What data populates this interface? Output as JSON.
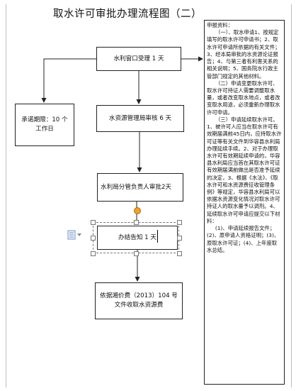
{
  "title": "取水许可审批办理流程图（二）",
  "nodes": {
    "window_accept": "水利窗口受理 1 天",
    "water_bureau_review": "水资源管理局审核 6 天",
    "leader_approval": "水利局分管负责人审批2天",
    "notice": "办结告知 1 天",
    "collect_fee": "依据湘价费（2013）104 号文件收取水资源费",
    "promise_period": "承诺期限：10 个工作日"
  },
  "materials": {
    "lines": [
      "申报资料：",
      "（一）、取水申请1、按规定填写的取水许可申请书；2、取水许可申请所依据的有关文件；3、经本局审批的水资源论证报告；4、与第三者有利害关系的相关说明；5、国务院水行政主管部门规定的其他材料。",
      "（二）申请变更取水许可、取水许可持证人需要调整取水量，或者改变取水地点，或者改变取水用途，必须重新办理取水许可申请。",
      "（三）申请延续取水许可。1、被许可人应当在取水许可有效期届满前45日内，应持取水许可证等有关文件到华容县水利局办理延续手续。2、对于办理取水许可有效期延续申请的，华容县水利局应当首在其取水许可证有效期届满前做出是否准予延续的决定，3、根据《水法》、《取水许可和水资源费征收管理条例》等规定，华容县水利局可以依据水资源变化情况对取水许可持证人的取水量予以调剂。4、延续取水许可申请应提交以下材料：",
      "(1)、申请延续报告文件；(2)、原申请人资格证明；(3)、原取水许可证；(4)、上年度取水总结。"
    ]
  }
}
